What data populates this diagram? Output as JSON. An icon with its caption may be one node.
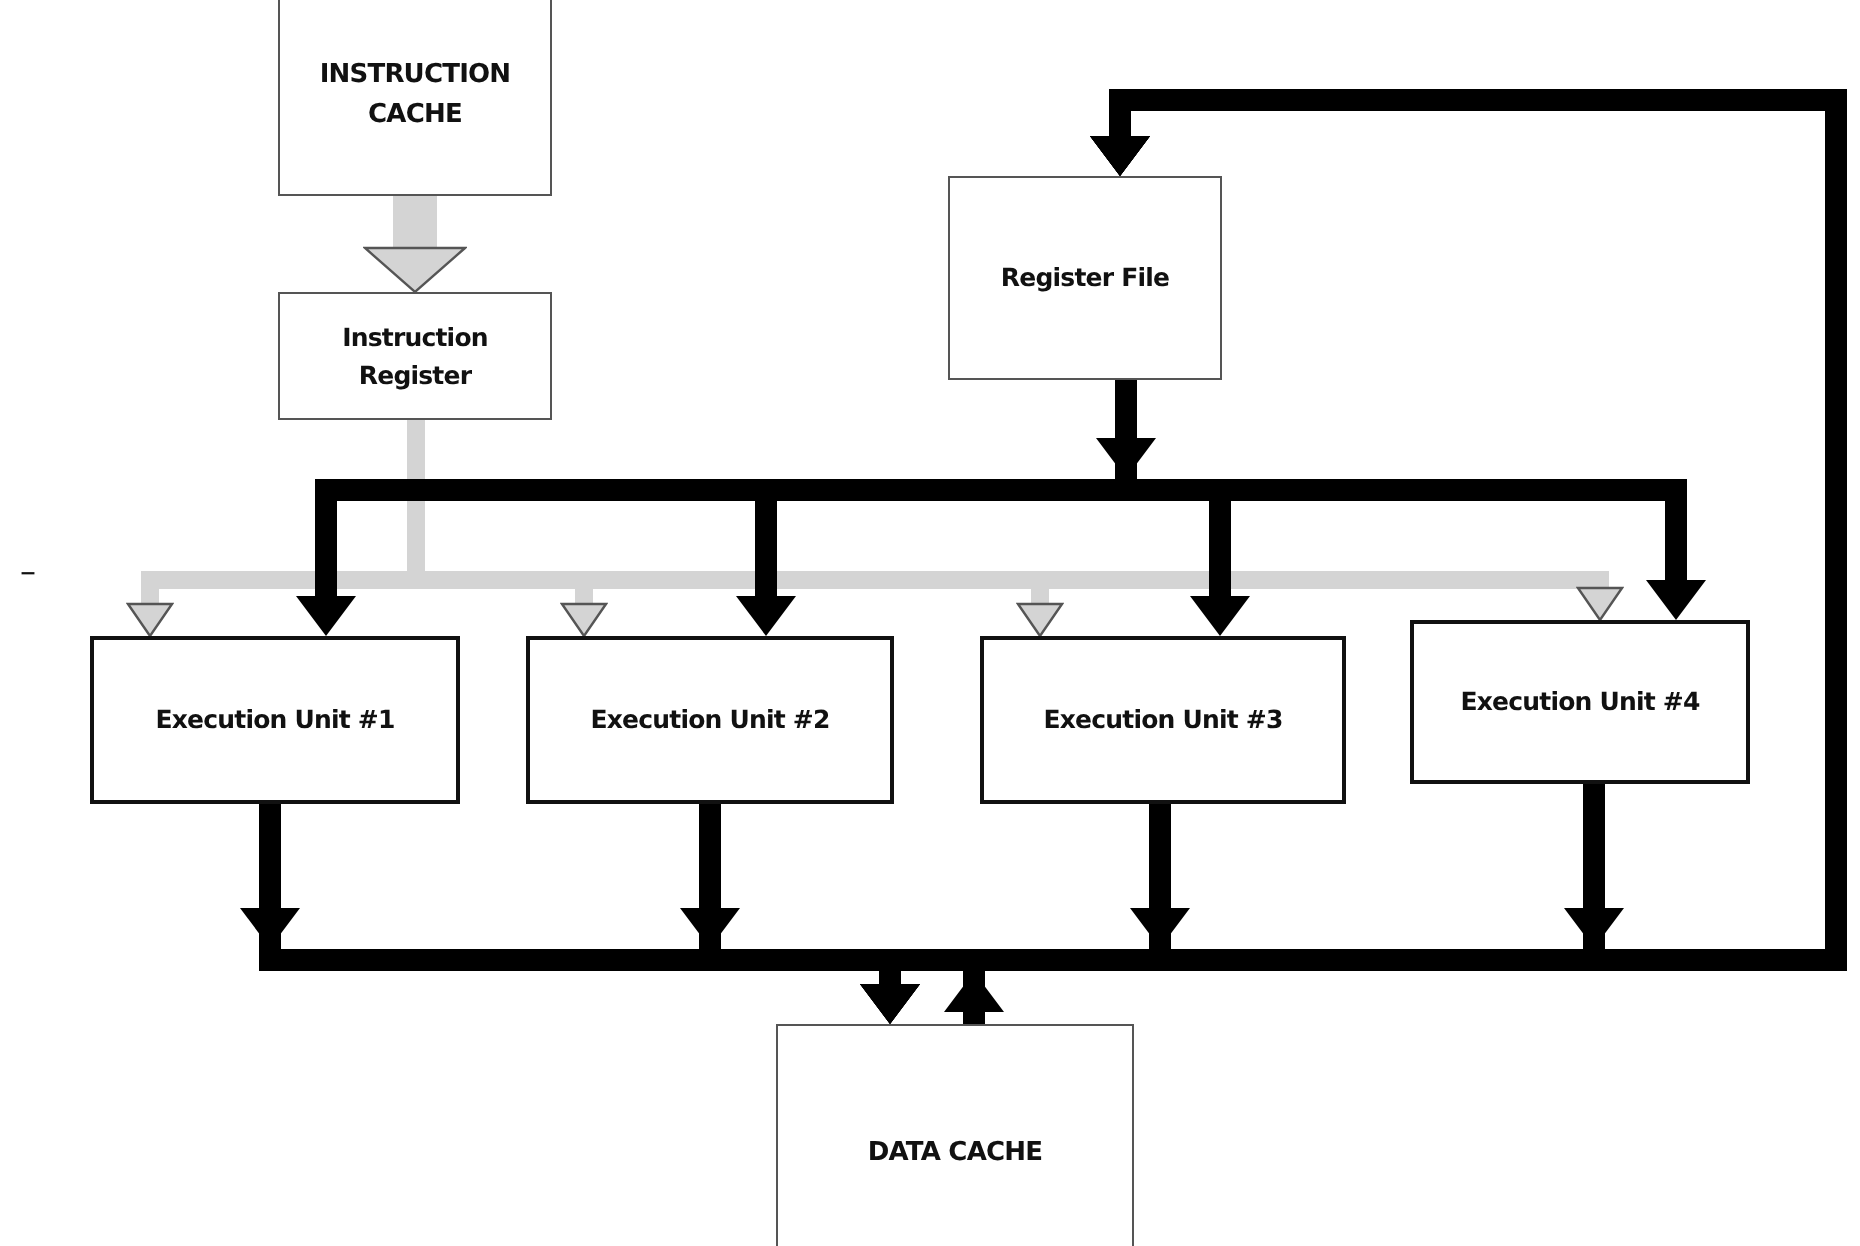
{
  "diagram": {
    "nodes": [
      {
        "text": [
          "INSTRUCTION CACHE"
        ]
      },
      {
        "text": [
          "Instruction Register"
        ]
      },
      {
        "text": [
          "Register File"
        ]
      },
      {
        "text": [
          "Execution Unit #1"
        ]
      },
      {
        "text": [
          "Execution Unit #2"
        ]
      },
      {
        "text": [
          "Execution Unit #3"
        ]
      },
      {
        "text": [
          "Execution Unit #4"
        ]
      },
      {
        "text": [
          "DATA CACHE"
        ]
      }
    ],
    "edges": [
      {
        "from": 0,
        "to": 1,
        "arrow": "to",
        "color": "#d4d4d4",
        "style": "thick"
      },
      {
        "from": 1,
        "to": 3,
        "arrow": "to",
        "color": "#d4d4d4"
      },
      {
        "from": 1,
        "to": 4,
        "arrow": "to",
        "color": "#d4d4d4"
      },
      {
        "from": 1,
        "to": 5,
        "arrow": "to",
        "color": "#d4d4d4"
      },
      {
        "from": 1,
        "to": 6,
        "arrow": "to",
        "color": "#d4d4d4"
      },
      {
        "from": 2,
        "to": 3,
        "arrow": "to"
      },
      {
        "from": 2,
        "to": 4,
        "arrow": "to"
      },
      {
        "from": 2,
        "to": 5,
        "arrow": "to"
      },
      {
        "from": 2,
        "to": 6,
        "arrow": "to"
      },
      {
        "from": 3,
        "to": 7,
        "arrow": "to"
      },
      {
        "from": 4,
        "to": 7,
        "arrow": "to"
      },
      {
        "from": 5,
        "to": 7,
        "arrow": "to"
      },
      {
        "from": 6,
        "to": 7,
        "arrow": "to"
      },
      {
        "from": 3,
        "to": 2,
        "arrow": "to"
      },
      {
        "from": 4,
        "to": 2,
        "arrow": "to"
      },
      {
        "from": 5,
        "to": 2,
        "arrow": "to"
      },
      {
        "from": 6,
        "to": 2,
        "arrow": "to"
      },
      {
        "from": 7,
        "to": 2,
        "arrow": "to"
      }
    ],
    "labels": [
      "–"
    ]
  }
}
